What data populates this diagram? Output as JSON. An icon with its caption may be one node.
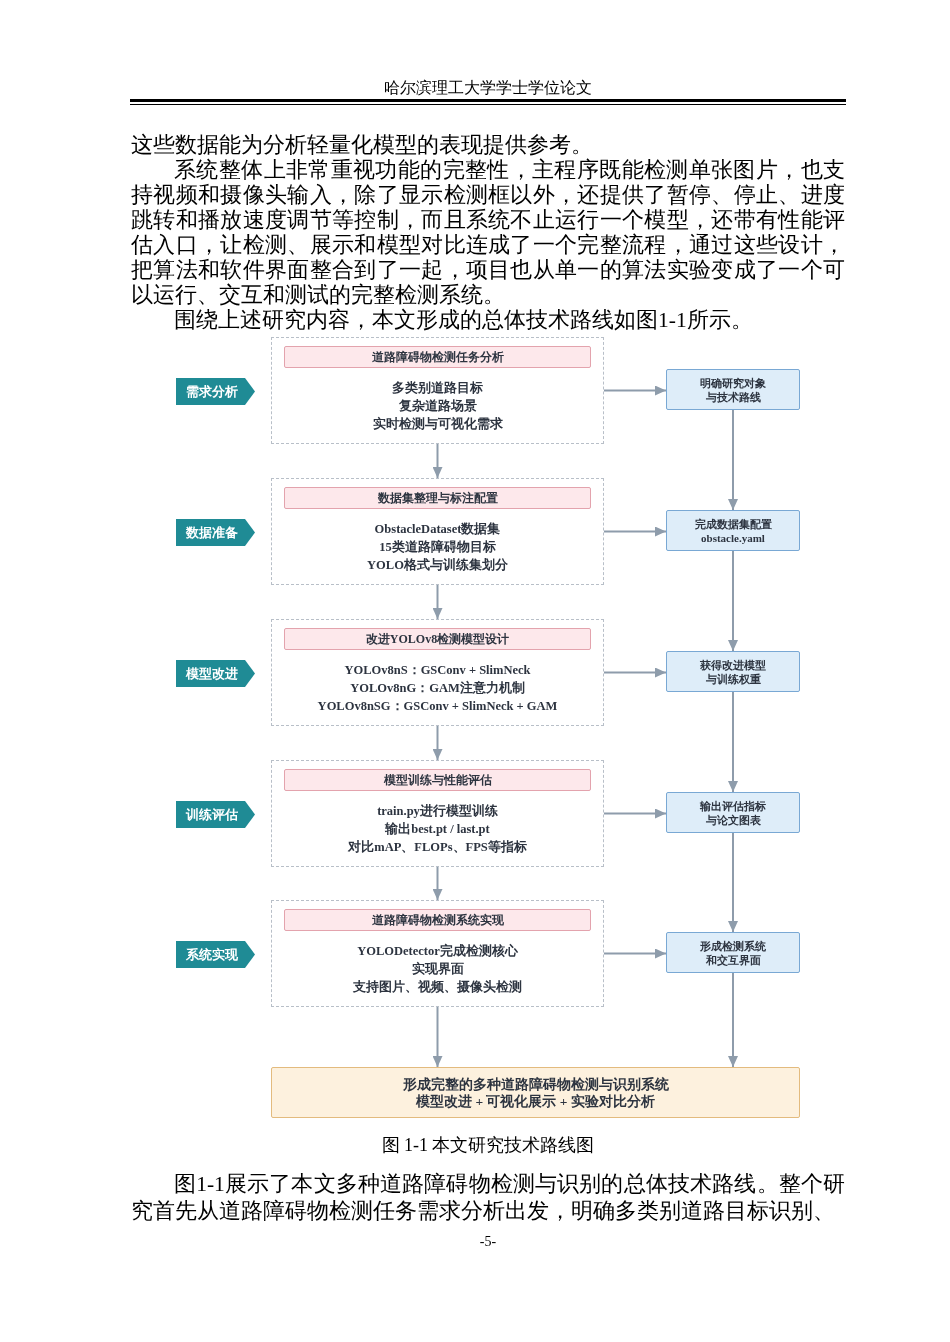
{
  "diagram": {
    "caption": "图 1-1 本文研究技术路线图",
    "nodes": [
      {
        "text": [
          "需求分析"
        ]
      },
      {
        "text": [
          "多类别道路目标",
          "复杂道路场景",
          "实时检测与可视化需求"
        ]
      },
      {
        "text": [
          "道路障碍物检测任务分析"
        ],
        "in": 1
      },
      {
        "text": [
          "明确研究对象与技术路线"
        ]
      },
      {
        "text": [
          "数据准备"
        ]
      },
      {
        "text": [
          "ObstacleDataset数据集",
          "15类道路障碍物目标",
          "YOLO格式与训练集划分"
        ]
      },
      {
        "text": [
          "数据集整理与标注配置"
        ],
        "in": 5
      },
      {
        "text": [
          "完成数据集配置 obstacle.yaml"
        ]
      },
      {
        "text": [
          "模型改进"
        ]
      },
      {
        "text": [
          "YOLOv8nS：GSConv + SlimNeck",
          "YOLOv8nG：GAM注意力机制",
          "YOLOv8nSG：GSConv + SlimNeck + GAM"
        ]
      },
      {
        "text": [
          "改进YOLOv8检测模型设计"
        ],
        "in": 9
      },
      {
        "text": [
          "获得改进模型与训练权重"
        ]
      },
      {
        "text": [
          "训练评估"
        ]
      },
      {
        "text": [
          "train.py进行模型训练",
          "输出best.pt / last.pt",
          "对比mAP、FLOPs、FPS等指标"
        ]
      },
      {
        "text": [
          "模型训练与性能评估"
        ],
        "in": 13
      },
      {
        "text": [
          "输出评估指标与论文图表"
        ]
      },
      {
        "text": [
          "系统实现"
        ]
      },
      {
        "text": [
          "YOLODetector完成检测核心",
          "实现界面",
          "支持图片、视频、摄像头检测"
        ]
      },
      {
        "text": [
          "道路障碍物检测系统实现"
        ],
        "in": 17
      },
      {
        "text": [
          "形成检测系统和交互界面"
        ]
      },
      {
        "text": [
          "形成完整的多种道路障碍物检测与识别系统",
          "模型改进 + 可视化展示 + 实验对比分析"
        ]
      }
    ],
    "edges": [
      {
        "from": 1,
        "to": 3,
        "arrow": "to"
      },
      {
        "from": 1,
        "to": 5,
        "arrow": "to"
      },
      {
        "from": 3,
        "to": 7,
        "arrow": "to"
      },
      {
        "from": 5,
        "to": 7,
        "arrow": "to"
      },
      {
        "from": 5,
        "to": 9,
        "arrow": "to"
      },
      {
        "from": 7,
        "to": 11,
        "arrow": "to"
      },
      {
        "from": 9,
        "to": 11,
        "arrow": "to"
      },
      {
        "from": 9,
        "to": 13,
        "arrow": "to"
      },
      {
        "from": 11,
        "to": 15,
        "arrow": "to"
      },
      {
        "from": 13,
        "to": 15,
        "arrow": "to"
      },
      {
        "from": 13,
        "to": 17,
        "arrow": "to"
      },
      {
        "from": 15,
        "to": 19,
        "arrow": "to"
      },
      {
        "from": 17,
        "to": 19,
        "arrow": "to"
      },
      {
        "from": 17,
        "to": 20,
        "arrow": "to"
      },
      {
        "from": 19,
        "to": 20,
        "arrow": "to"
      }
    ],
    "labels": [
      "哈尔滨理工大学学士学位论文",
      "这些数据能为分析轻量化模型的表现提供参考。",
      "系统整体上非常重视功能的完整性，主程序既能检测单张图片，也支持视频和摄像头输入，除了显示检测框以外，还提供了暂停、停止、进度跳转和播放速度调节等控制，而且系统不止运行一个模型，还带有性能评估入口，让检测、展示和模型对比连成了一个完整流程，通过这些设计，把算法和软件界面整合到了一起，项目也从单一的算法实验变成了一个可以运行、交互和测试的完整检测系统。",
      "围绕上述研究内容，本文形成的总体技术路线如图1-1所示。",
      "图1-1展示了本文多种道路障碍物检测与识别的总体技术路线。整个研究首先从道路障碍物检测任务需求分析出发，明确多类别道路目标识别、",
      "-5-"
    ]
  }
}
